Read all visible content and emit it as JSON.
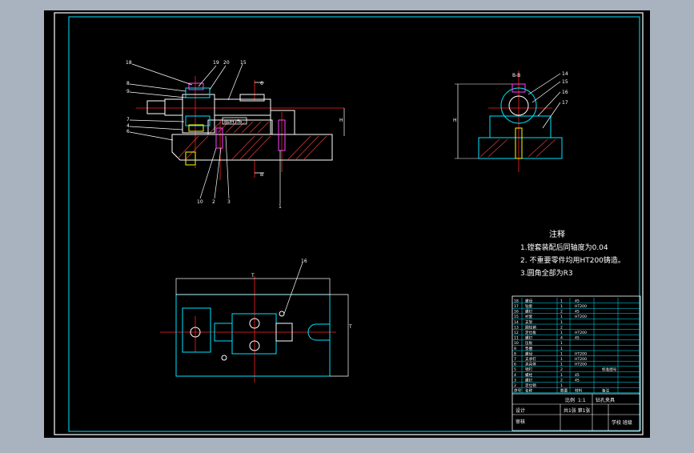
{
  "colors": {
    "background": "#000000",
    "frame": "#ffffff",
    "inner_frame": "#00e5ff",
    "part": "#ffffff",
    "centerline": "#ff2020",
    "hatch": "#e04040",
    "leader": "#ffffff",
    "highlight_cyan": "#00e5ff",
    "highlight_yellow": "#ffff00",
    "highlight_magenta": "#ff40ff"
  },
  "notes": {
    "title": "注释",
    "lines": [
      "1.镗套装配后同轴度为0.04",
      "2. 不重要零件均用HT200铸造。",
      "3.圆角全部为R3"
    ]
  },
  "front_view": {
    "balloons": [
      "18",
      "19",
      "20",
      "15",
      "8",
      "9",
      "7",
      "4",
      "6",
      "10",
      "2",
      "3",
      "1"
    ],
    "section_label": "6",
    "section_marker_bottom": "B",
    "dim_right": "H",
    "shaft_label": "B0H7f6"
  },
  "side_view": {
    "section_label": "B-B",
    "balloons": [
      "14",
      "15",
      "16",
      "17"
    ],
    "dim_left": "H"
  },
  "top_view": {
    "balloons": [
      "16"
    ],
    "dim_top": "T",
    "dim_right": "T"
  },
  "bom": {
    "rows": [
      {
        "no": "18",
        "name": "螺母",
        "qty": "1",
        "mat": "45",
        "note": ""
      },
      {
        "no": "17",
        "name": "钻套",
        "qty": "1",
        "mat": "HT200",
        "note": ""
      },
      {
        "no": "16",
        "name": "螺钉",
        "qty": "2",
        "mat": "45",
        "note": ""
      },
      {
        "no": "15",
        "name": "衬套",
        "qty": "1",
        "mat": "HT200",
        "note": ""
      },
      {
        "no": "14",
        "name": "支架",
        "qty": "1",
        "mat": "",
        "note": ""
      },
      {
        "no": "13",
        "name": "圆柱销",
        "qty": "2",
        "mat": "",
        "note": ""
      },
      {
        "no": "12",
        "name": "定位板",
        "qty": "1",
        "mat": "HT200",
        "note": ""
      },
      {
        "no": "11",
        "name": "螺钉",
        "qty": "4",
        "mat": "45",
        "note": ""
      },
      {
        "no": "10",
        "name": "压板",
        "qty": "1",
        "mat": "",
        "note": ""
      },
      {
        "no": "9",
        "name": "垫圈",
        "qty": "1",
        "mat": "",
        "note": ""
      },
      {
        "no": "8",
        "name": "螺母",
        "qty": "1",
        "mat": "HT200",
        "note": ""
      },
      {
        "no": "7",
        "name": "支承钉",
        "qty": "1",
        "mat": "HT200",
        "note": ""
      },
      {
        "no": "6",
        "name": "夹具体",
        "qty": "1",
        "mat": "HT200",
        "note": ""
      },
      {
        "no": "5",
        "name": "销钉",
        "qty": "2",
        "mat": "",
        "note": "标准图号"
      },
      {
        "no": "4",
        "name": "螺栓",
        "qty": "1",
        "mat": "45",
        "note": ""
      },
      {
        "no": "3",
        "name": "螺钉",
        "qty": "2",
        "mat": "45",
        "note": ""
      },
      {
        "no": "2",
        "name": "定位销",
        "qty": "1",
        "mat": "",
        "note": ""
      },
      {
        "no": "序号",
        "name": "名称",
        "qty": "数量",
        "mat": "材料",
        "note": "备注"
      }
    ],
    "title_block": {
      "drawing_name": "钻孔夹具",
      "scale_label": "比例",
      "scale": "1:1",
      "sheet": "共1张 第1张",
      "designer": "设计",
      "checker": "审核",
      "school": "学校 班级"
    }
  }
}
